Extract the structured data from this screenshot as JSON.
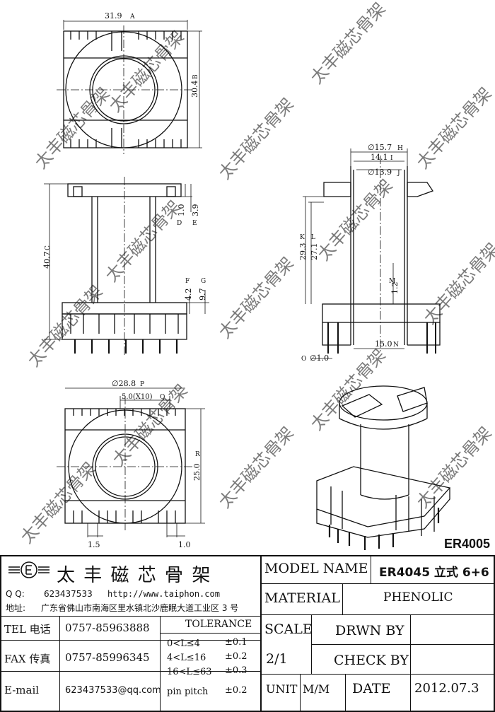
{
  "views": {
    "top": {
      "width_dim": "31.9",
      "width_tag": "A",
      "height_dim": "30.4",
      "height_tag": "B"
    },
    "front": {
      "overall_dim": "40.7",
      "overall_tag": "C",
      "d1": "1.0",
      "d1_tag": "D",
      "d2": "3.9",
      "d2_tag": "E",
      "f": "4.2",
      "f_tag": "F",
      "g": "9.7",
      "g_tag": "G"
    },
    "section": {
      "h_dim": "∅15.7",
      "h_tag": "H",
      "i_dim": "14.1",
      "i_tag": "I",
      "j_dim": "∅13.9",
      "j_tag": "J",
      "k_dim": "29.3",
      "k_tag": "K",
      "l_dim": "27.1",
      "l_tag": "L",
      "m_dim": "1.2",
      "m_tag": "M",
      "n_dim": "15.0",
      "n_tag": "N",
      "o_dim": "∅1.0",
      "o_tag": "O"
    },
    "bottom": {
      "p_dim": "∅28.8",
      "p_tag": "P",
      "q_dim": "5.0(X10)",
      "q_tag": "Q",
      "r_dim": "25.0",
      "r_tag": "R",
      "left_dim": "1.5",
      "right_dim": "1.0"
    }
  },
  "model_tag": "ER4005",
  "watermark": "太丰磁芯骨架",
  "company": {
    "name": "太 丰 磁 芯 骨 架",
    "qq_label": "Q Q:",
    "qq": "623437533",
    "website": "http://www.taiphon.com",
    "address_label": "地址:",
    "address": "广东省佛山市南海区里水镇北沙鹿眠大道工业区 3 号"
  },
  "contacts": {
    "tel_label": "TEL 电话",
    "tel": "0757-85963888",
    "fax_label": "FAX 传真",
    "fax": "0757-85996345",
    "email_label": "E-mail",
    "email": "623437533@qq.com"
  },
  "tolerance": {
    "header": "TOLERANCE",
    "rows": [
      {
        "range": "0<L≤4",
        "value": "±0.1"
      },
      {
        "range": "4<L≤16",
        "value": "±0.2"
      },
      {
        "range": "16<L≤63",
        "value": "±0.3"
      },
      {
        "range": "pin pitch",
        "value": "±0.2"
      }
    ]
  },
  "spec": {
    "model_label": "MODEL NAME",
    "model_value": "ER4045 立式 6+6",
    "material_label": "MATERIAL",
    "material_value": "PHENOLIC",
    "scale_label": "SCALE",
    "scale_value": "2/1",
    "drawn_label": "DRWN BY",
    "check_label": "CHECK BY",
    "unit_label": "UNIT",
    "unit_value": "M/M",
    "date_label": "DATE",
    "date_value": "2012.07.3"
  }
}
